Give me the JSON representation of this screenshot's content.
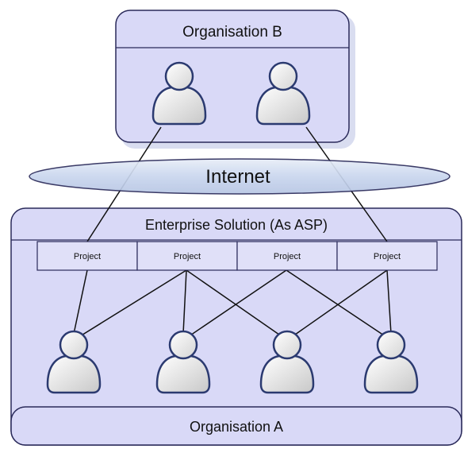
{
  "organisation_b": {
    "title": "Organisation B"
  },
  "internet": {
    "label": "Internet"
  },
  "enterprise": {
    "title": "Enterprise Solution (As ASP)",
    "projects": [
      "Project",
      "Project",
      "Project",
      "Project"
    ]
  },
  "organisation_a": {
    "title": "Organisation A"
  },
  "icons": {
    "user": "user-icon"
  },
  "colors": {
    "panel_fill": "#d9d9f7",
    "panel_stroke": "#2a2a5a",
    "ellipse_fill": "#c7d4ec",
    "project_fill": "#e0e0f8"
  }
}
